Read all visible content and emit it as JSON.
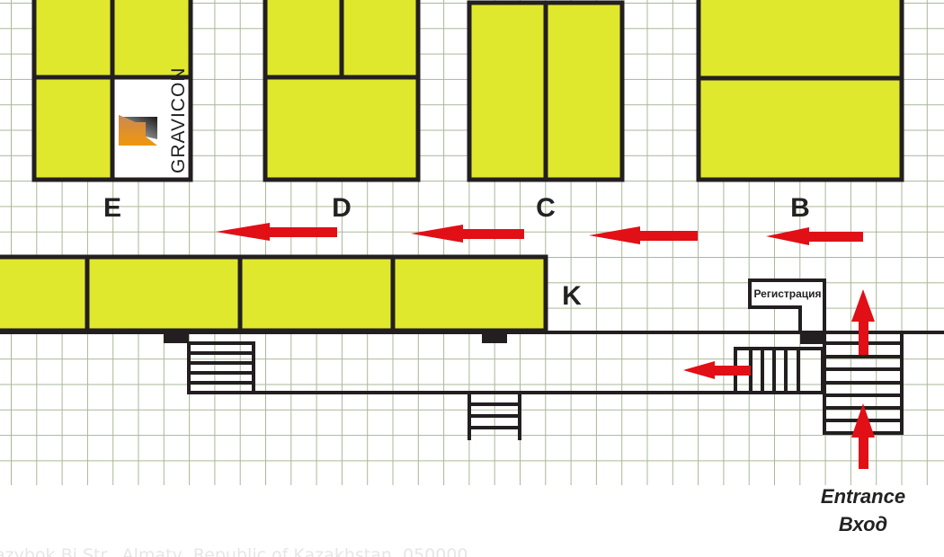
{
  "map": {
    "halls": [
      {
        "id": "E",
        "label": "E"
      },
      {
        "id": "D",
        "label": "D"
      },
      {
        "id": "C",
        "label": "C"
      },
      {
        "id": "B",
        "label": "B"
      },
      {
        "id": "K",
        "label": "K"
      }
    ],
    "logo": "GRAVICON",
    "registration": "Регистрация",
    "entrance_en": "Entrance",
    "entrance_ru": "Вход",
    "address": "azybok Bi Str., Almaty, Republic of Kazakhstan, 050000",
    "colors": {
      "booth": "#e0e82e",
      "grid": "#a9b798",
      "wall": "#231f20",
      "arrow": "#e01016"
    }
  }
}
